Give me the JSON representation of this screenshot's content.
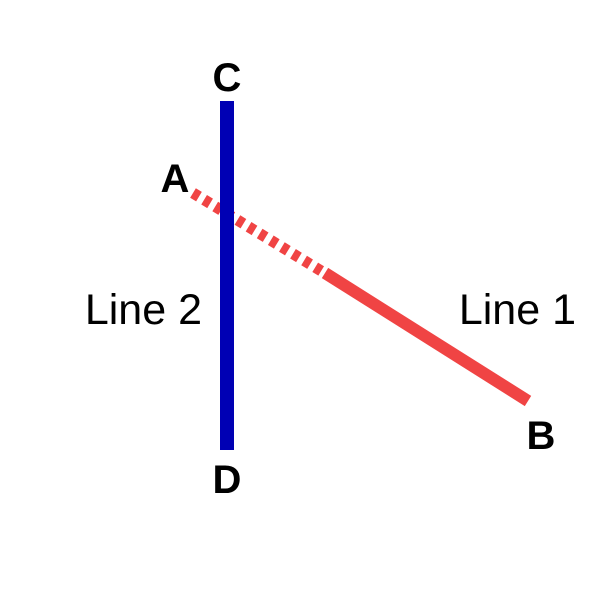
{
  "colors": {
    "line1": "#f04444",
    "line2": "#0000b4",
    "text": "#000000",
    "background": "#ffffff"
  },
  "points": {
    "A": "A",
    "B": "B",
    "C": "C",
    "D": "D"
  },
  "lines": {
    "line1": {
      "label": "Line 1",
      "from": "A",
      "to": "B",
      "style": "dashed from A to midpoint, solid to B"
    },
    "line2": {
      "label": "Line 2",
      "from": "C",
      "to": "D",
      "style": "solid"
    }
  }
}
